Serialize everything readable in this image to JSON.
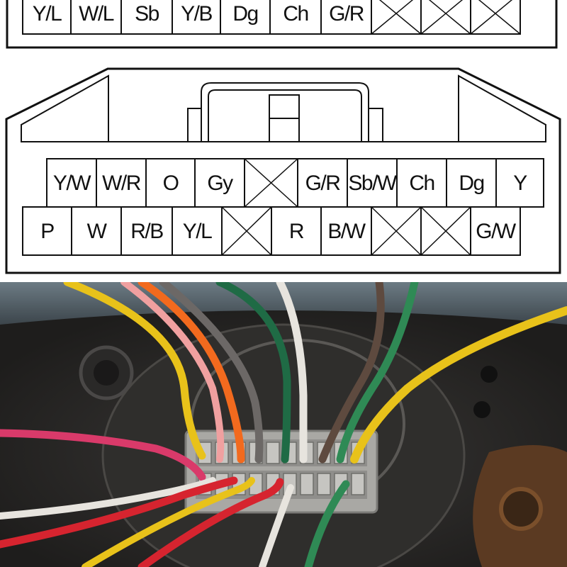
{
  "top_connector_row": [
    "Y/L",
    "W/L",
    "Sb",
    "Y/B",
    "Dg",
    "Ch",
    "G/R",
    "",
    "",
    ""
  ],
  "connector_row_1": [
    "Y/W",
    "W/R",
    "O",
    "Gy",
    "",
    "G/R",
    "Sb/W",
    "Ch",
    "Dg",
    "Y"
  ],
  "connector_row_2": [
    "P",
    "W",
    "R/B",
    "Y/L",
    "",
    "R",
    "B/W",
    "",
    "",
    "G/W"
  ],
  "empty_pin_marker": "crossed-box",
  "wire_colors": {
    "yellow": "#e8c21a",
    "orange": "#f26a1e",
    "pink": "#f0a0a0",
    "gray": "#6c6866",
    "dark_green": "#1f6b45",
    "white": "#e7e4de",
    "brown": "#5e4a3f",
    "green": "#2f8a55",
    "red": "#d6242f",
    "magenta": "#d93a6a"
  }
}
